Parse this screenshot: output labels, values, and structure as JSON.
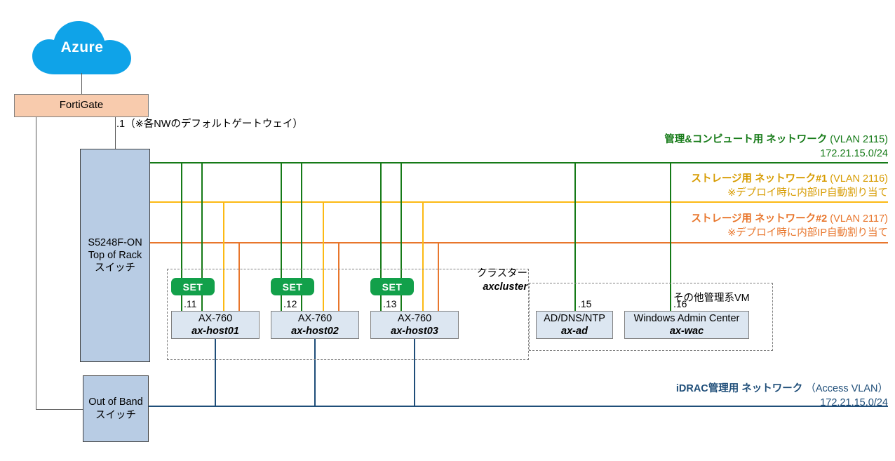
{
  "diagram": {
    "cloud": {
      "label": "Azure",
      "color": "#0fa3e8"
    },
    "firewall": {
      "label": "FortiGate",
      "color": "#f8cbad"
    },
    "gateway_note": ".1（※各NWのデフォルトゲートウェイ）",
    "switches": [
      {
        "id": "tor",
        "line1": "S5248F-ON",
        "line2": "Top of Rack",
        "line3": "スイッチ"
      },
      {
        "id": "oob",
        "line1": "Out of Band",
        "line2": "スイッチ"
      }
    ],
    "cluster": {
      "caption": "クラスター",
      "name": "axcluster"
    },
    "vm_group": {
      "caption": "その他管理系VM"
    },
    "set_badge_label": "SET",
    "hosts": [
      {
        "model": "AX-760",
        "hostname": "ax-host01",
        "ip": ".11"
      },
      {
        "model": "AX-760",
        "hostname": "ax-host02",
        "ip": ".12"
      },
      {
        "model": "AX-760",
        "hostname": "ax-host03",
        "ip": ".13"
      }
    ],
    "vms": [
      {
        "role": "AD/DNS/NTP",
        "hostname": "ax-ad",
        "ip": ".15"
      },
      {
        "role": "Windows Admin Center",
        "hostname": "ax-wac",
        "ip": ".16"
      }
    ],
    "networks": [
      {
        "id": "mgmt-compute",
        "name": "管理&コンピュート用 ネットワーク",
        "vlan": "(VLAN 2115)",
        "detail": "172.21.15.0/24",
        "color": "#157a17"
      },
      {
        "id": "storage-1",
        "name": "ストレージ用 ネットワーク#1",
        "vlan": "(VLAN 2116)",
        "detail": "※デプロイ時に内部IP自動割り当て",
        "color": "#d79b00"
      },
      {
        "id": "storage-2",
        "name": "ストレージ用 ネットワーク#2",
        "vlan": "(VLAN 2117)",
        "detail": "※デプロイ時に内部IP自動割り当て",
        "color": "#e8762c"
      },
      {
        "id": "idrac",
        "name": "iDRAC管理用 ネットワーク",
        "vlan": "（Access VLAN）",
        "detail": "172.21.15.0/24",
        "color": "#1f4e79"
      }
    ]
  }
}
